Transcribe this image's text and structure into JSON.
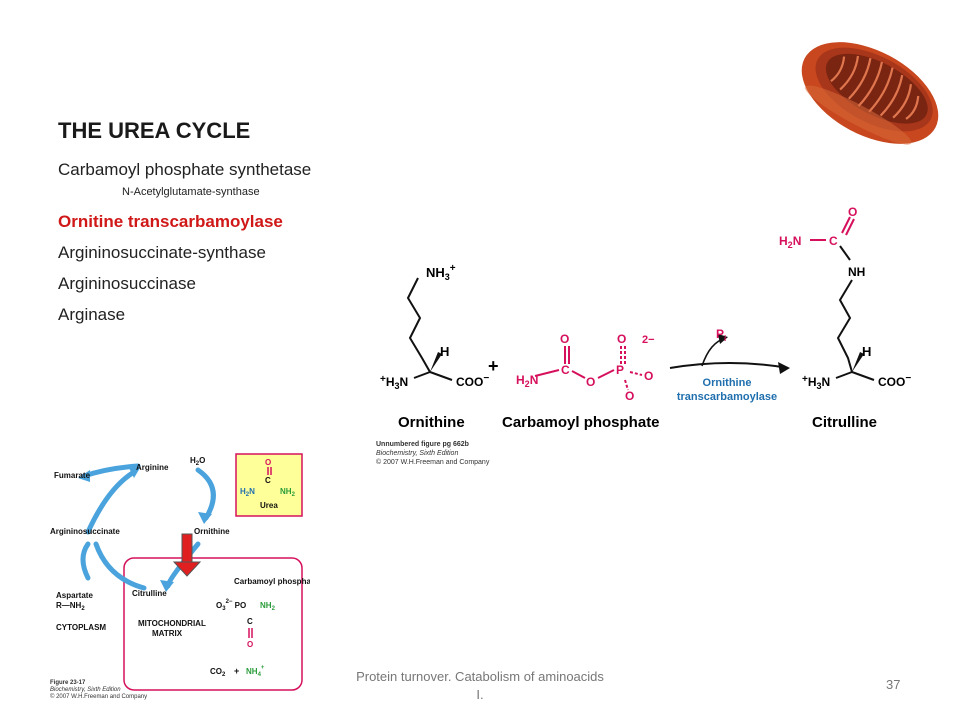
{
  "slide": {
    "title": "THE UREA CYCLE",
    "enzymes": [
      {
        "label": "Carbamoyl phosphate synthetase"
      },
      {
        "label": "N-Acetylglutamate-synthase"
      },
      {
        "label": "Ornitine transcarbamoylase"
      },
      {
        "label": "Argininosuccinate-synthase"
      },
      {
        "label": "Argininosuccinase"
      },
      {
        "label": "Arginase"
      }
    ],
    "highlight_color": "#d01818"
  },
  "reaction": {
    "ornithine": {
      "nh3": "NH",
      "nh3_sub": "3",
      "nh3_sup": "+",
      "h": "H",
      "h3n": "H",
      "h3n_sub": "3",
      "h3n_n": "N",
      "h3n_plus": "+",
      "coo": "COO",
      "coo_minus": "−",
      "name": "Ornithine"
    },
    "plus_sign": "+",
    "carbamoyl_phosphate": {
      "o1": "O",
      "o2": "O",
      "o3": "O",
      "o4": "O",
      "o5": "O",
      "h2n": "H",
      "h2n_sub": "2",
      "h2n_n": "N",
      "c": "C",
      "p": "P",
      "charge": "2−",
      "name": "Carbamoyl phosphate"
    },
    "pi_label": "P",
    "pi_sub": "i",
    "enzyme_line1": "Ornithine",
    "enzyme_line2": "transcarbamoylase",
    "citrulline": {
      "o": "O",
      "h2n": "H",
      "h2n_sub": "2",
      "h2n_n": "N",
      "c": "C",
      "nh": "NH",
      "h": "H",
      "h3n": "H",
      "h3n_sub": "3",
      "h3n_n": "N",
      "h3n_plus": "+",
      "coo": "COO",
      "coo_minus": "−",
      "name": "Citrulline"
    },
    "credit_line1": "Unnumbered figure pg 662b",
    "credit_line2": "Biochemistry, Sixth Edition",
    "credit_line3": "© 2007 W.H.Freeman and Company"
  },
  "cycle_figure": {
    "fumarate": "Fumarate",
    "arginine": "Arginine",
    "h2o": "H",
    "h2o_sub": "2",
    "h2o_o": "O",
    "urea": "Urea",
    "urea_o": "O",
    "urea_c": "C",
    "urea_h2n": "H",
    "urea_h2n_sub": "2",
    "urea_h2n_n": "N",
    "urea_nh2": "NH",
    "urea_nh2_sub": "2",
    "argininosuccinate": "Argininosuccinate",
    "ornithine": "Ornithine",
    "aspartate": "Aspartate",
    "r_nh2": "R—NH",
    "r_nh2_sub": "2",
    "citrulline": "Citrulline",
    "carbamoyl_phosphate": "Carbamoyl phosphate",
    "cp_po": "O",
    "cp_po_sub": "3",
    "cp_po_sup": "2−",
    "cp_po_rest": " PO",
    "cp_nh2": "NH",
    "cp_nh2_sub": "2",
    "cp_c": "C",
    "cp_o": "O",
    "cytoplasm": "CYTOPLASM",
    "mito1": "MITOCHONDRIAL",
    "mito2": "MATRIX",
    "co2": "CO",
    "co2_sub": "2",
    "plus": "+",
    "nh4": "NH",
    "nh4_sub": "4",
    "nh4_sup": "+",
    "fig_line1": "Figure 23-17",
    "fig_line2": "Biochemistry, Sixth Edition",
    "fig_line3": "© 2007 W.H.Freeman and Company"
  },
  "footer": {
    "text_line1": "Protein turnover. Catabolism of aminoacids",
    "text_line2": "I.",
    "page": "37"
  },
  "mitochondrion_icon": "mitochondrion-illustration",
  "colors": {
    "red": "#d6105c",
    "blue": "#1f6fae",
    "green": "#2a9d3a",
    "arrow_red": "#e02020",
    "urea_box": "#ffff99"
  }
}
